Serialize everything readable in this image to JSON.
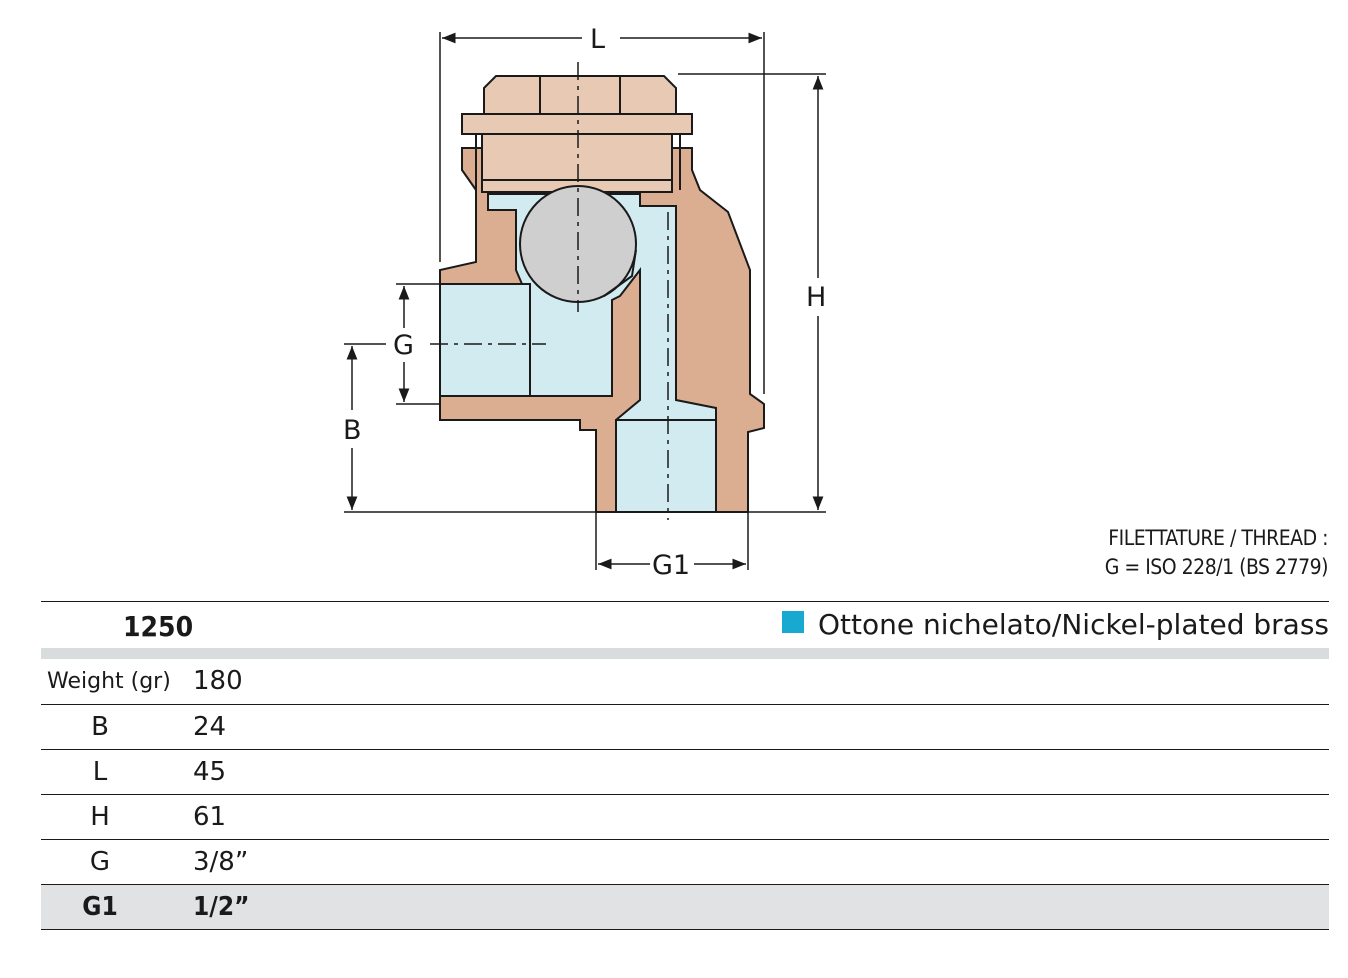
{
  "dimensions": {
    "L": "L",
    "H": "H",
    "G": "G",
    "B": "B",
    "G1": "G1"
  },
  "thread_note": {
    "line1": "FILETTATURE / THREAD :",
    "line2": "G = ISO 228/1 (BS 2779)"
  },
  "product": {
    "code": "1250",
    "material": "Ottone nichelato/Nickel-plated brass",
    "material_color": "#17a9cf"
  },
  "specs": [
    {
      "label": "Weight (gr)",
      "value": "180"
    },
    {
      "label": "B",
      "value": "24"
    },
    {
      "label": "L",
      "value": "45"
    },
    {
      "label": "H",
      "value": "61"
    },
    {
      "label": "G",
      "value": "3/8”"
    },
    {
      "label": "G1",
      "value": "1/2”"
    }
  ],
  "colors": {
    "brass": "#dcae91",
    "cap": "#e8c9b3",
    "bore": "#d2ebf1",
    "ball": "#cfcfcf"
  }
}
